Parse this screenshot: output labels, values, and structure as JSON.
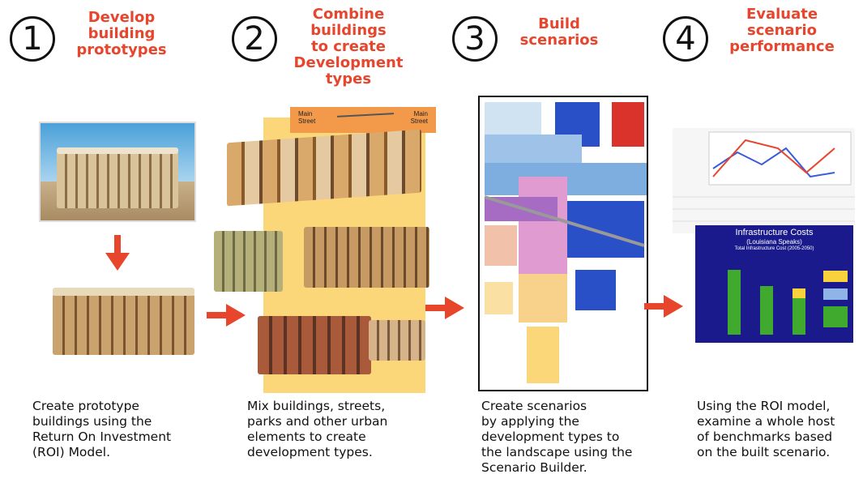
{
  "steps": [
    {
      "number": "1",
      "title_lines": [
        "Develop",
        "building",
        "prototypes"
      ],
      "desc_lines": [
        "Create prototype",
        "buildings using the",
        "Return On Investment",
        "(ROI) Model."
      ]
    },
    {
      "number": "2",
      "title_lines": [
        "Combine",
        "buildings",
        "to create",
        "Development",
        "types"
      ],
      "desc_lines": [
        "Mix buildings, streets,",
        "parks and other urban",
        "elements to create",
        "development types."
      ]
    },
    {
      "number": "3",
      "title_lines": [
        "Build",
        "scenarios"
      ],
      "desc_lines": [
        "Create scenarios",
        "by applying the",
        "development types to",
        "the landscape using the",
        "Scenario Builder."
      ]
    },
    {
      "number": "4",
      "title_lines": [
        "Evaluate",
        "scenario",
        "performance"
      ],
      "desc_lines": [
        "Using the ROI model,",
        "examine a whole host",
        "of benchmarks based",
        "on the built scenario."
      ]
    }
  ],
  "street_banner": {
    "left": "Main\nStreet",
    "right": "Main\nStreet"
  },
  "infra_chart": {
    "title": "Infrastructure Costs",
    "subtitle": "(Louisiana Speaks)",
    "caption": "Total Infrastructure Cost (2005-2050)"
  },
  "colors": {
    "accent": "#e8452d",
    "title": "#e8452d",
    "yellow": "#fbd77a",
    "navy": "#1a1a8c",
    "green": "#3faa2d"
  }
}
